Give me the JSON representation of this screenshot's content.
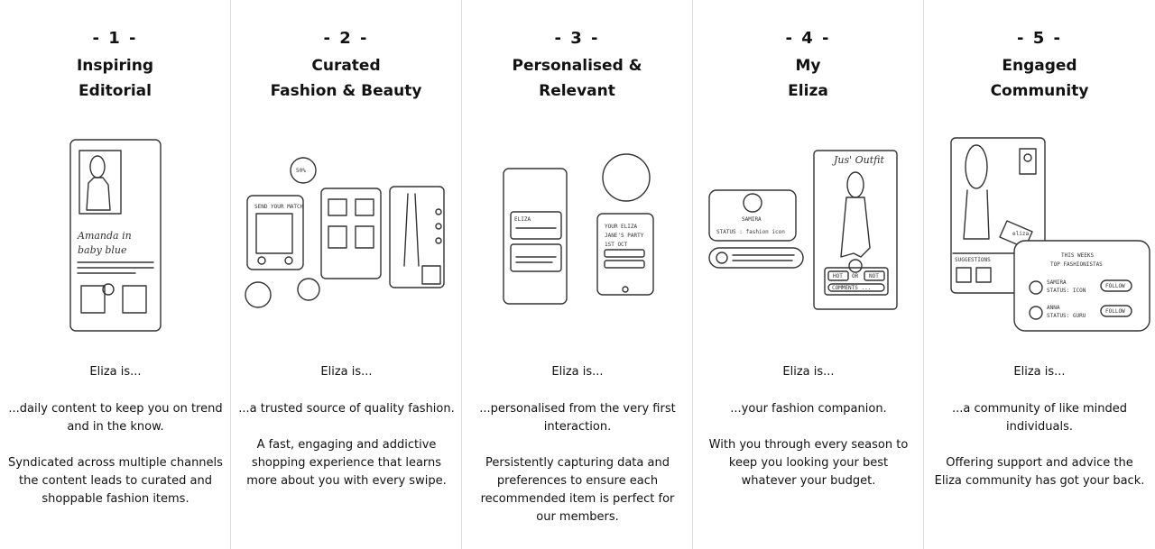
{
  "columns": [
    {
      "number": "- 1 -",
      "title": [
        "Inspiring",
        "Editorial"
      ],
      "intro": "Eliza is...",
      "lines": [
        "...daily content to keep you on trend and in the know.",
        "Syndicated across multiple channels the content leads to curated and shoppable fashion items."
      ],
      "sketch_labels": [
        "Amanda in",
        "baby blue"
      ]
    },
    {
      "number": "- 2 -",
      "title": [
        "Curated",
        "Fashion & Beauty"
      ],
      "intro": "Eliza is...",
      "lines": [
        "...a trusted source of quality fashion.",
        "A fast, engaging and addictive shopping experience that learns more about you with every swipe."
      ],
      "sketch_labels": [
        "50%",
        "SEND YOUR MATCH"
      ]
    },
    {
      "number": "- 3 -",
      "title": [
        "Personalised &",
        "Relevant"
      ],
      "intro": "Eliza is...",
      "lines": [
        "...personalised from the very first interaction.",
        "Persistently capturing data and preferences to ensure each recommended item is perfect for our members."
      ],
      "sketch_labels": [
        "YOUR ELIZA",
        "JANE'S PARTY",
        "1ST OCT",
        "ELIZA"
      ]
    },
    {
      "number": "- 4 -",
      "title": [
        "My",
        "Eliza"
      ],
      "intro": "Eliza is...",
      "lines": [
        "...your fashion companion.",
        "With you through every season to keep you looking your best whatever your budget."
      ],
      "sketch_labels": [
        "Jus' Outfit",
        "SAMIRA",
        "STATUS : fashion icon",
        "HOT",
        "OR",
        "NOT",
        "COMMENTS ..."
      ]
    },
    {
      "number": "- 5 -",
      "title": [
        "Engaged",
        "Community"
      ],
      "intro": "Eliza is...",
      "lines": [
        "...a community of like minded individuals.",
        "Offering support and advice the Eliza community has got your back."
      ],
      "sketch_labels": [
        "SUGGESTIONS",
        "THIS WEEKS",
        "TOP FASHIONISTAS",
        "SAMIRA",
        "STATUS: ICON",
        "ANNA",
        "STATUS: GURU",
        "FOLLOW",
        "FOLLOW",
        "eliza"
      ]
    }
  ]
}
